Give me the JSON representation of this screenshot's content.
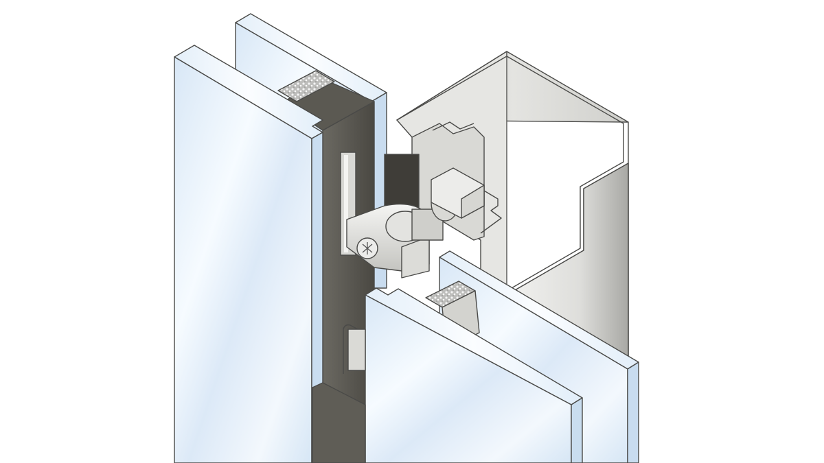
{
  "diagram": {
    "type": "isometric-technical-illustration",
    "components": [
      {
        "id": "glass-pane-left-front",
        "name": "Glass pane (left, outer)"
      },
      {
        "id": "glass-pane-left-rear",
        "name": "Glass pane (left, inner)"
      },
      {
        "id": "glass-pane-right-front",
        "name": "Glass pane (right, outer)"
      },
      {
        "id": "glass-pane-right-rear",
        "name": "Glass pane (right, inner)"
      },
      {
        "id": "edge-spacer-top",
        "name": "Desiccant spacer (upper)"
      },
      {
        "id": "edge-spacer-bottom",
        "name": "Desiccant spacer (lower)"
      },
      {
        "id": "dark-seal-profile",
        "name": "Dark sealing profile"
      },
      {
        "id": "bracket-arm",
        "name": "Bracket arm"
      },
      {
        "id": "screw",
        "name": "Torx screw"
      },
      {
        "id": "bolt-connector",
        "name": "Bolt connector"
      },
      {
        "id": "square-post",
        "name": "Square steel post"
      },
      {
        "id": "slot-channel",
        "name": "C-slot channel"
      }
    ],
    "colors": {
      "background": "#ffffff",
      "glass_light": "#f4f9fe",
      "glass_mid": "#dbe9f7",
      "glass_edge": "#c8dcef",
      "outline": "#4a4a48",
      "dark_seal": "#5b5952",
      "dark_seal_shade": "#46443e",
      "post_light": "#ececea",
      "post_mid": "#d4d4d0",
      "post_dark": "#a8a8a4",
      "metal_light": "#f0f0ee",
      "metal_mid": "#cfcfcb",
      "spacer": "#cfcfcf"
    }
  }
}
